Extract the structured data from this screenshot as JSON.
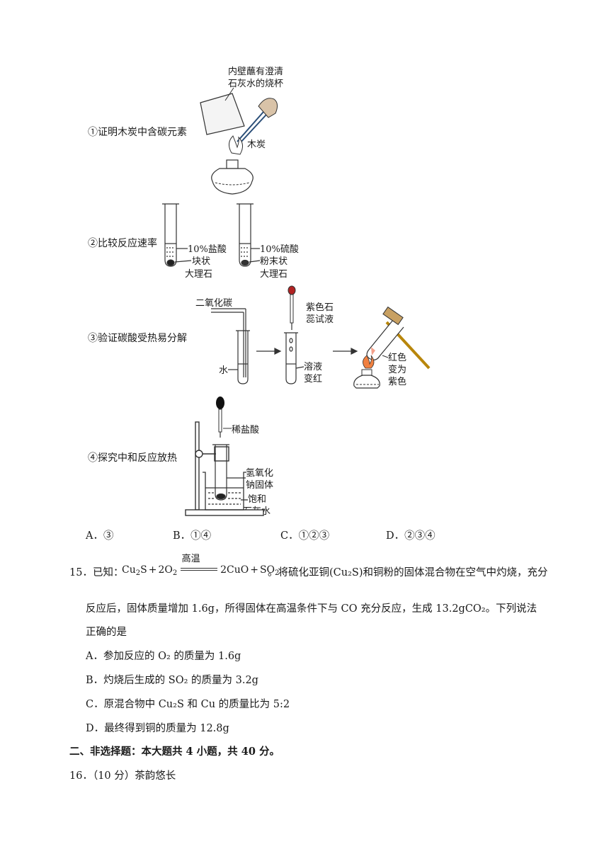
{
  "experiments": {
    "e1": {
      "caption": "①证明木炭中含碳元素",
      "label_beaker_1": "内壁蘸有澄清",
      "label_beaker_2": "石灰水的烧杯",
      "label_charcoal": "木炭"
    },
    "e2": {
      "caption": "②比较反应速率",
      "tube1_acid": "10%盐酸",
      "tube1_solid_1": "块状",
      "tube1_solid_2": "大理石",
      "tube2_acid": "10%硫酸",
      "tube2_solid_1": "粉末状",
      "tube2_solid_2": "大理石"
    },
    "e3": {
      "caption": "③验证碳酸受热易分解",
      "label_co2": "二氧化碳",
      "label_water": "水",
      "label_litmus_1": "紫色石",
      "label_litmus_2": "蕊试液",
      "label_red_1": "溶液",
      "label_red_2": "变红",
      "label_change_1": "红色",
      "label_change_2": "变为",
      "label_change_3": "紫色"
    },
    "e4": {
      "caption": "④探究中和反应放热",
      "label_hcl": "稀盐酸",
      "label_naoh_1": "氢氧化",
      "label_naoh_2": "钠固体",
      "label_lime_1": "饱和",
      "label_lime_2": "石灰水"
    }
  },
  "q14_options": {
    "a": "A．③",
    "b": "B．①④",
    "c": "C．①②③",
    "d": "D．②③④"
  },
  "q15": {
    "number": "15．已知：",
    "condition": "高温",
    "text_after": "。将硫化亚铜(Cu₂S)和铜粉的固体混合物在空气中灼烧，充分",
    "line2": "反应后，固体质量增加 1.6g，所得固体在高温条件下与 CO 充分反应，生成 13.2gCO₂。下列说法",
    "line3": "正确的是",
    "options": {
      "a": "A．参加反应的 O₂ 的质量为 1.6g",
      "b": "B．灼烧后生成的 SO₂ 的质量为 3.2g",
      "c": "C．原混合物中 Cu₂S 和 Cu 的质量比为 5:2",
      "d": "D．最终得到铜的质量为 12.8g"
    }
  },
  "section2": "二、非选择题：本大题共 4 小题，共 40 分。",
  "q16": "16．（10 分）茶韵悠长"
}
